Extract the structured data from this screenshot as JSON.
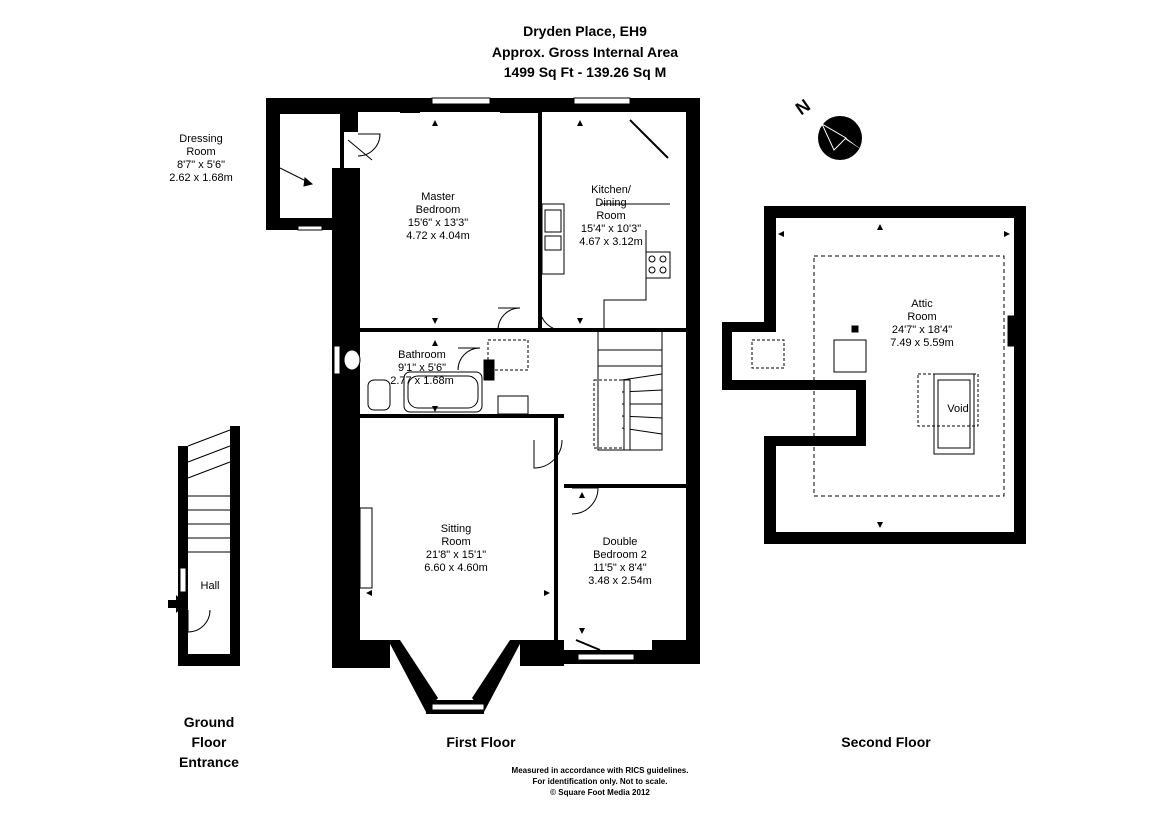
{
  "header": {
    "address": "Dryden Place, EH9",
    "area_label": "Approx. Gross Internal Area",
    "area_value": "1499 Sq Ft  -  139.26 Sq M"
  },
  "rooms": {
    "dressing": {
      "name1": "Dressing",
      "name2": "Room",
      "imperial": "8'7\" x 5'6\"",
      "metric": "2.62 x 1.68m"
    },
    "master": {
      "name1": "Master",
      "name2": "Bedroom",
      "imperial": "15'6\" x 13'3\"",
      "metric": "4.72 x 4.04m"
    },
    "kitchen": {
      "name1": "Kitchen/",
      "name2": "Dining",
      "name3": "Room",
      "imperial": "15'4\" x 10'3\"",
      "metric": "4.67 x 3.12m"
    },
    "bathroom": {
      "name1": "Bathroom",
      "imperial": "9'1\" x 5'6\"",
      "metric": "2.77 x 1.68m"
    },
    "sitting": {
      "name1": "Sitting",
      "name2": "Room",
      "imperial": "21'8\" x 15'1\"",
      "metric": "6.60 x 4.60m"
    },
    "double2": {
      "name1": "Double",
      "name2": "Bedroom 2",
      "imperial": "11'5\" x 8'4\"",
      "metric": "3.48 x 2.54m"
    },
    "attic": {
      "name1": "Attic",
      "name2": "Room",
      "imperial": "24'7\" x 18'4\"",
      "metric": "7.49 x 5.59m"
    },
    "void": {
      "name1": "Void"
    },
    "hall": {
      "name1": "Hall"
    }
  },
  "floors": {
    "ground_l1": "Ground",
    "ground_l2": "Floor",
    "ground_l3": "Entrance",
    "first": "First Floor",
    "second": "Second Floor"
  },
  "compass": {
    "letter": "N"
  },
  "footer": {
    "line1": "Measured in accordance with RICS guidelines.",
    "line2": "For identification only. Not to scale.",
    "line3": "© Square Foot Media 2012"
  },
  "colors": {
    "wall": "#000000",
    "background": "#ffffff",
    "line": "#000000"
  }
}
